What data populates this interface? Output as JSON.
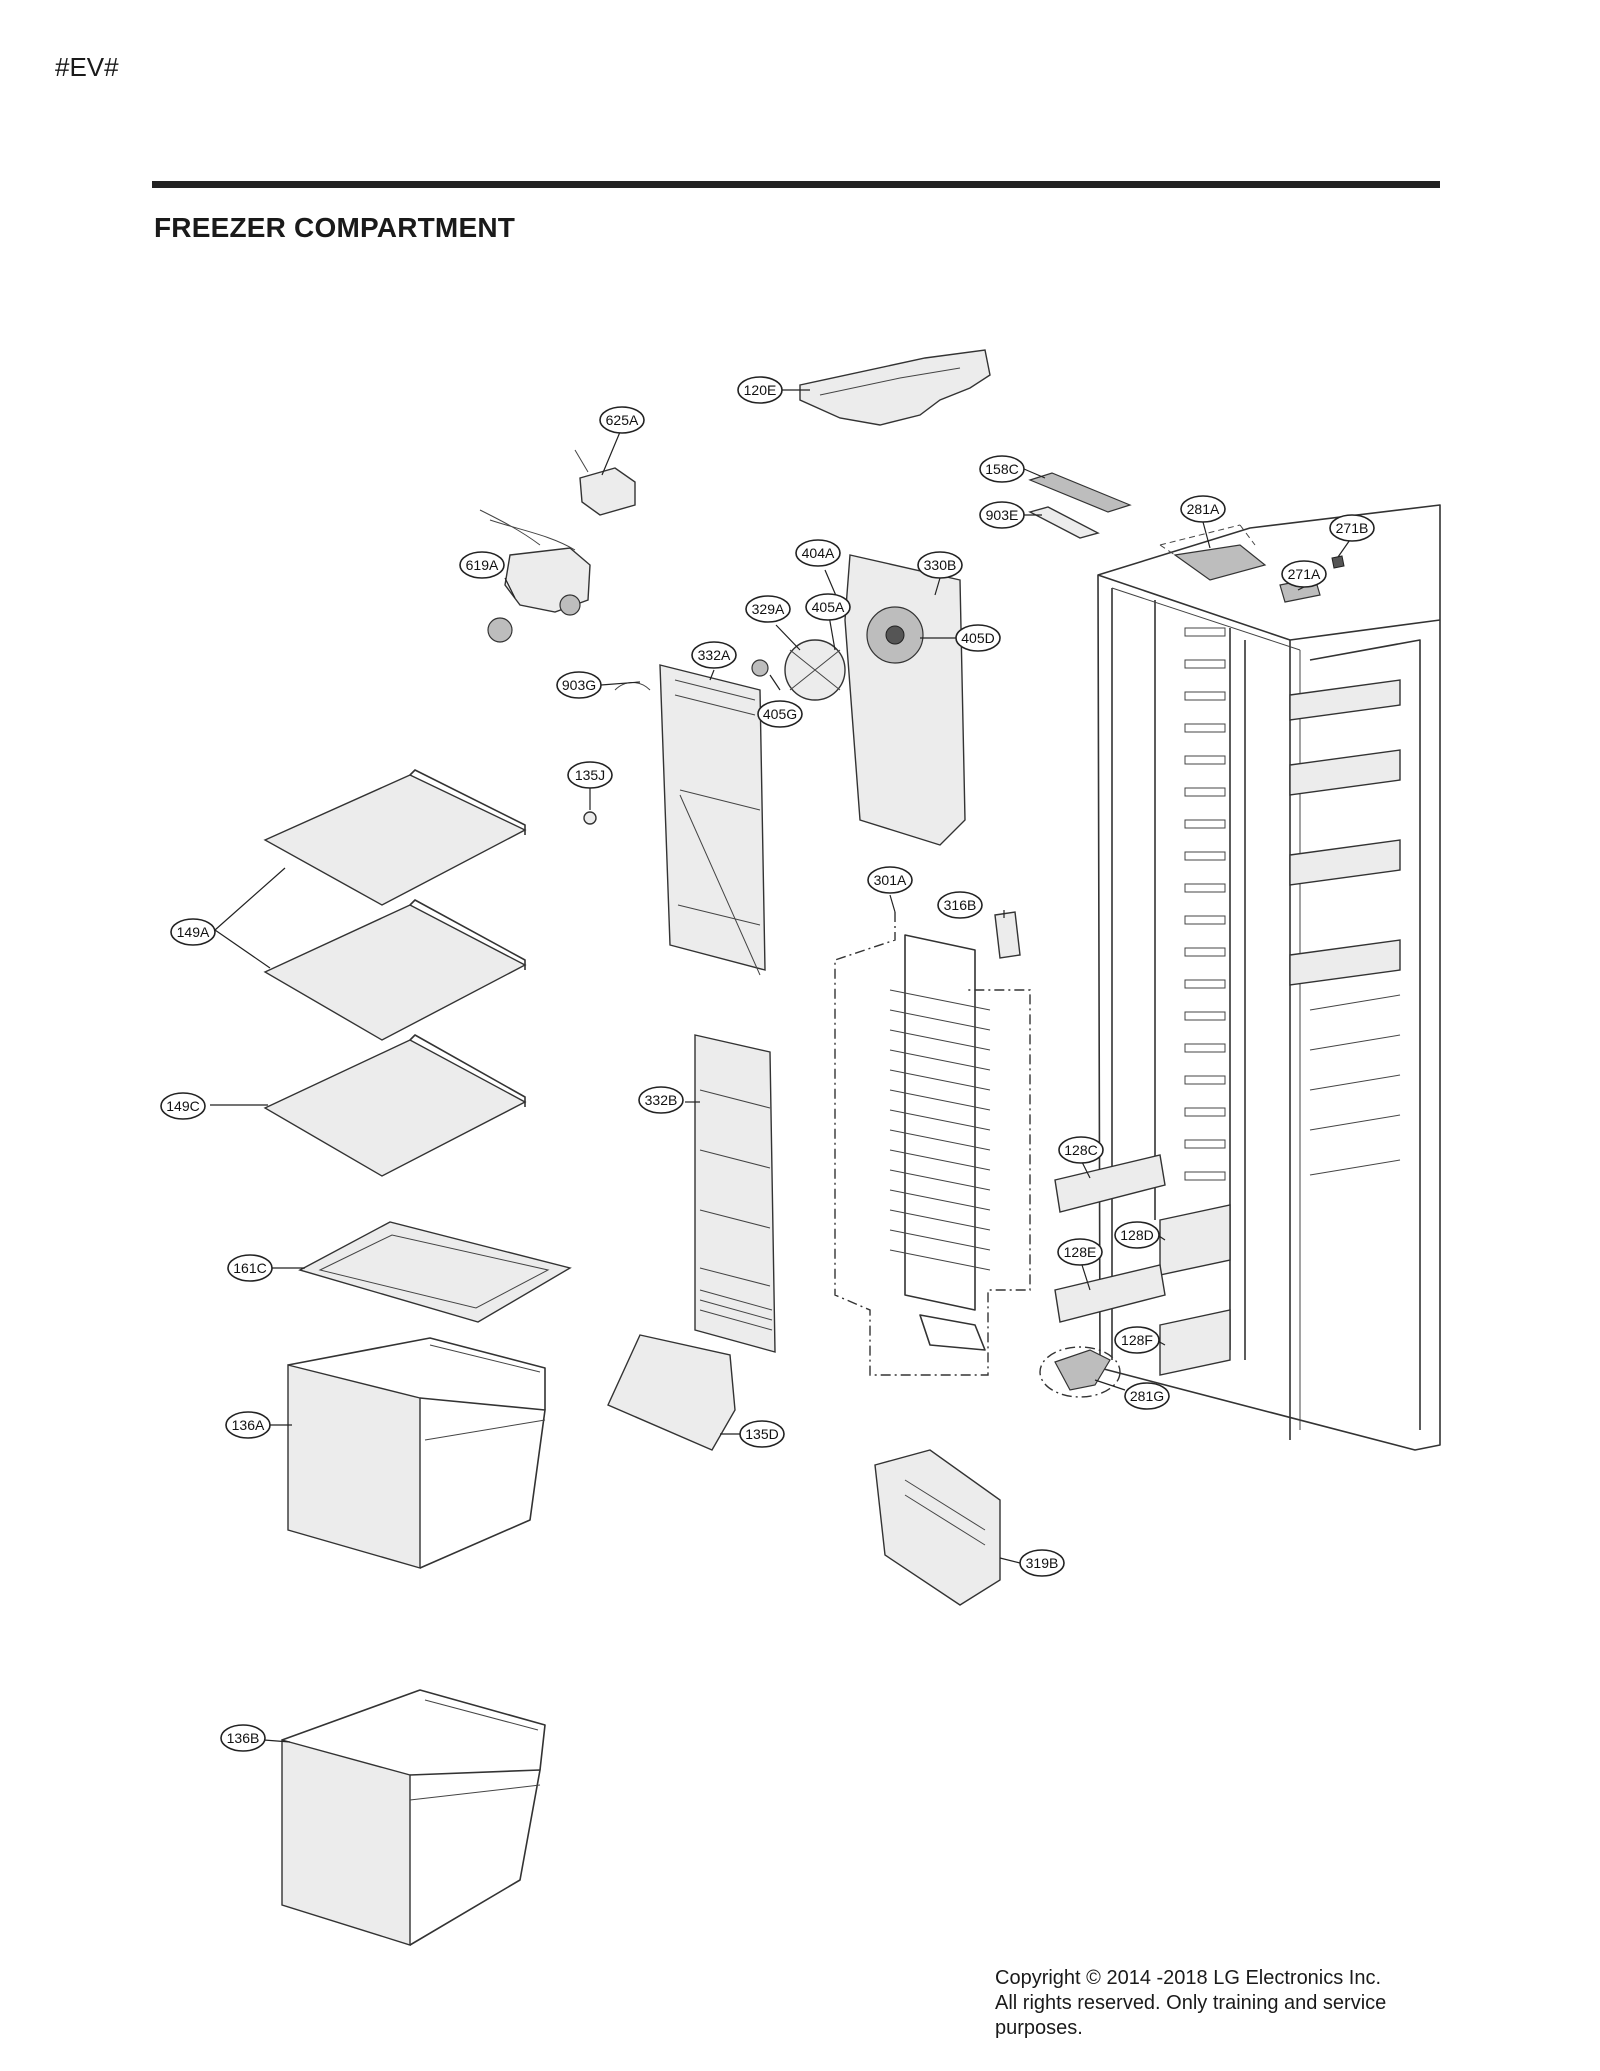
{
  "header": {
    "page_tag": "#EV#",
    "section_title": "FREEZER COMPARTMENT"
  },
  "callouts": {
    "c120E": "120E",
    "c625A": "625A",
    "c158C": "158C",
    "c903E": "903E",
    "c281A": "281A",
    "c271A": "271A",
    "c271B": "271B",
    "c619A": "619A",
    "c404A": "404A",
    "c330B": "330B",
    "c405A": "405A",
    "c329A": "329A",
    "c405D": "405D",
    "c332A": "332A",
    "c903G": "903G",
    "c405G": "405G",
    "c135J": "135J",
    "c149A": "149A",
    "c301A": "301A",
    "c316B": "316B",
    "c149C": "149C",
    "c332B": "332B",
    "c128C": "128C",
    "c128D": "128D",
    "c128E": "128E",
    "c161C": "161C",
    "c128F": "128F",
    "c281G": "281G",
    "c136A": "136A",
    "c135D": "135D",
    "c319B": "319B",
    "c136B": "136B"
  },
  "footer": {
    "copyright_line1": "Copyright © 2014 -2018 LG Electronics Inc.",
    "copyright_line2": "All rights reserved. Only training and service",
    "copyright_line3": "purposes."
  }
}
